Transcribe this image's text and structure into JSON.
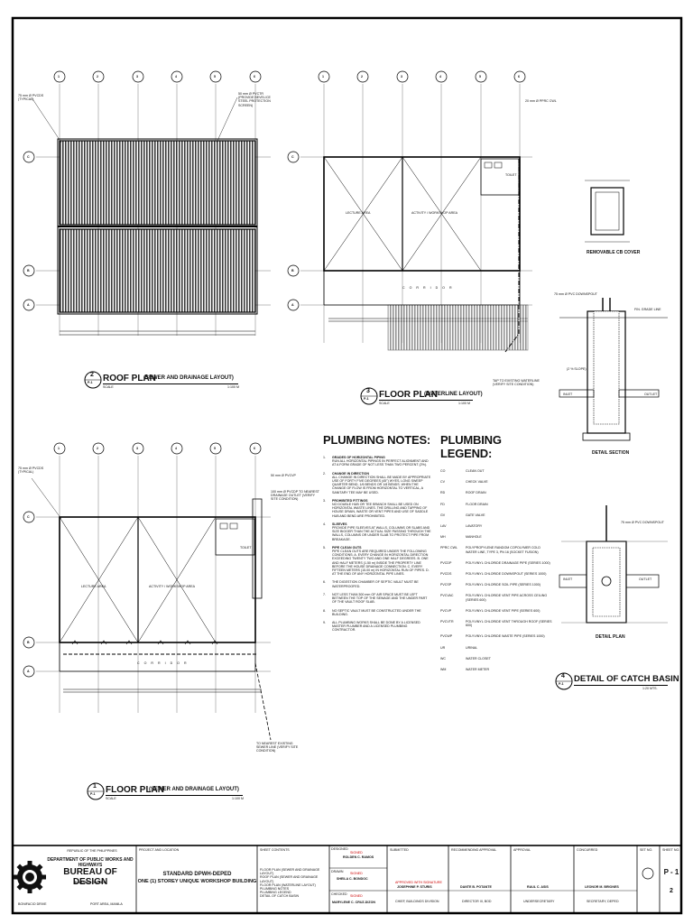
{
  "drawings": {
    "roof_plan": {
      "number": "2",
      "sheet_ref": "P-1",
      "title": "ROOF PLAN",
      "subtitle": "(SEWER AND DRAINAGE LAYOUT)",
      "scale": "SCALE",
      "ratio": "1:100 M"
    },
    "floor_plan_water": {
      "number": "3",
      "sheet_ref": "P-1",
      "title": "FLOOR PLAN",
      "subtitle": "(WATERLINE LAYOUT)",
      "scale": "SCALE",
      "ratio": "1:100 M"
    },
    "floor_plan_sewer": {
      "number": "1",
      "sheet_ref": "P-1",
      "title": "FLOOR PLAN",
      "subtitle": "(SEWER AND DRAINAGE LAYOUT)",
      "scale": "SCALE",
      "ratio": "1:100 M"
    },
    "catch_basin": {
      "number": "4",
      "sheet_ref": "P-1",
      "title": "DETAIL OF CATCH BASIN",
      "ratio": "1:20 MTS."
    }
  },
  "grid": {
    "columns": [
      "1",
      "2",
      "3",
      "4",
      "5",
      "6"
    ],
    "rows": [
      "C",
      "B",
      "A"
    ]
  },
  "plan_labels": {
    "lecture_area": "LECTURE AREA",
    "activity_area": "ACTIVITY / WORKSHOP AREA",
    "corridor": "C O R R I D O R",
    "toilet": "TOILET",
    "roof_pvcds": "75 mm Ø PVCDS (TYPICAL)",
    "roof_pvctr": "50 mm Ø PVCTR (PROVIDE BEVEL/CE STEEL PROTECTION SCREEN)",
    "ppr_cwl": "20 mm Ø PPRC CWL",
    "tap_existing": "TAP TO EXISTING WATERLINE (VERIFY SITE CONDITION)",
    "sewer_outlet": "100 mm Ø PVCDP TO NEAREST DRAINAGE OUTLET (VERIFY SITE CONDITION)",
    "sewer_main": "TO NEAREST EXISTING SEWER LINE (VERIFY SITE CONDITION)",
    "pvcvp": "50 mm Ø PVCVP",
    "pvcdp": "100 mm Ø PVCDP"
  },
  "catch_basin_labels": {
    "removable_cover": "REMOVABLE CB COVER",
    "detail_section": "DETAIL SECTION",
    "detail_plan": "DETAIL PLAN",
    "inlet": "INLET",
    "outlet": "OUTLET",
    "grade_line": "FIN. GRADE LINE",
    "downspout": "75 mm Ø PVC DOWNSPOUT",
    "slope": "(2 % SLOPE)"
  },
  "notes": {
    "heading": "PLUMBING NOTES:",
    "items": [
      {
        "n": "1.",
        "t": "GRADES OF HORIZONTAL PIPING",
        "d": "RUN ALL HORIZONTAL PIPINGS IN PERFECT ALIGNMENT AND AT A FORM GRADE OF NOT LESS THAN TWO PERCENT (2%)."
      },
      {
        "n": "2.",
        "t": "CHANGE IN DIRECTION",
        "d": "ALL CHANGE IN DIRECTION SHALL BE MADE BY APPROPRIATE USE OF FORTY FIVE DEGREES (45°) WYES, LONG SWEEP QUARTER BEND, 1/6 BENDS OR 1/8 BENDS. WHEN THE CHANGE OF FLOW IS FROM HORIZONTAL TO VERTICAL, A SANITARY TEE MAY BE USED."
      },
      {
        "n": "3.",
        "t": "PROHIBITED FITTINGS",
        "d": "NO DOUBLE HUB OR TEE BRANCH SHALL BE USED ON HORIZONTAL WASTE LINES. THE DRILLING AND TAPPING OF HOUSE DRAIN, WASTE OR VENT PIPES AND USE OF SADDLE HUB AND BEND ARE PROHIBITED."
      },
      {
        "n": "4.",
        "t": "SLEEVES",
        "d": "PROVIDE PIPE SLEEVES AT WALLS, COLUMNS OR SLABS AND SIZE BIGGER THAN THE ACTUAL SIZE PASSING THROUGH THE WALLS, COLUMNS OR UNDER SLAB TO PROTECT PIPE FROM BREAKAGE."
      },
      {
        "n": "5.",
        "t": "PIPE CLEAN OUTS",
        "d": "PIPE CLEAN OUTS ARE REQUIRED UNDER THE FOLLOWING CONDITIONS: A. EVERY CHANGE IN HORIZONTAL DIRECTION EXCEEDING TWENTY TWO AND ONE HALF DEGREES. B. ONE AND HALF METERS (1.50 m) INSIDE THE PROPERTY LINE BEFORE THE HOUSE DRAINAGE CONNECTION. C. EVERY FIFTEEN METERS (15.00 m) IN HORIZONTAL RUN OF PIPES. D. AT THE END OF ANY HORIZONTAL PIPE LINES."
      },
      {
        "n": "6.",
        "t": "",
        "d": "THE DIGESTION CHAMBER OF SEPTIC VAULT MUST BE WATERPROOFED."
      },
      {
        "n": "7.",
        "t": "",
        "d": "NOT LESS THAN 300 mm OF AIR SPACE MUST BE LEFT BETWEEN THE TOP OF THE SEWAGE AND THE UNDER PART OF THE VAULT ROOF SLAB."
      },
      {
        "n": "8.",
        "t": "",
        "d": "NO SEPTIC VAULT MUST BE CONSTRUCTED UNDER THE BUILDING."
      },
      {
        "n": "9.",
        "t": "",
        "d": "ALL PLUMBING WORKS SHALL BE DONE BY A LICENSED MASTER PLUMBER AND A LICENSED PLUMBING CONTRACTOR."
      }
    ]
  },
  "legend": {
    "heading": "PLUMBING LEGEND:",
    "items": [
      {
        "ab": "CO",
        "ds": "CLEAN OUT"
      },
      {
        "ab": "CV",
        "ds": "CHECK VALVE"
      },
      {
        "ab": "RD",
        "ds": "ROOF DRAIN"
      },
      {
        "ab": "FD",
        "ds": "FLOOR DRAIN"
      },
      {
        "ab": "GV",
        "ds": "GATE VALVE"
      },
      {
        "ab": "LAV",
        "ds": "LAVATORY"
      },
      {
        "ab": "MH",
        "ds": "MANHOLE"
      },
      {
        "ab": "PPRC CWL",
        "ds": "POLYPROPYLENE RANDOM COPOLYMER COLD WATER LINE, TYPE 3, PN 16 (SOCKET FUSION)"
      },
      {
        "ab": "PVCDP",
        "ds": "POLYVINYL CHLORIDE DRAINAGE PIPE (SERIES 1000)"
      },
      {
        "ab": "PVCDS",
        "ds": "POLYVINYL CHLORIDE DOWNSPOUT (SERIES 1000)"
      },
      {
        "ab": "PVCSP",
        "ds": "POLYVINYL CHLORIDE SOIL PIPE (SERIES 1000)"
      },
      {
        "ab": "PVCVAC",
        "ds": "POLYVINYL CHLORIDE VENT PIPE ACROSS CEILING (SERIES 600)"
      },
      {
        "ab": "PVCVP",
        "ds": "POLYVINYL CHLORIDE VENT PIPE (SERIES 600)"
      },
      {
        "ab": "PVCVTR",
        "ds": "POLYVINYL CHLORIDE VENT THROUGH ROOF (SERIES 600)"
      },
      {
        "ab": "PVCWP",
        "ds": "POLYVINYL CHLORIDE WASTE PIPE (SERIES 1000)"
      },
      {
        "ab": "UR",
        "ds": "URINAL"
      },
      {
        "ab": "WC",
        "ds": "WATER CLOSET"
      },
      {
        "ab": "WM",
        "ds": "WATER METER"
      }
    ]
  },
  "title_block": {
    "republic": "REPUBLIC OF THE PHILIPPINES",
    "department": "DEPARTMENT OF PUBLIC WORKS AND HIGHWAYS",
    "bureau": "BUREAU OF DESIGN",
    "division": "BUILDINGS DIVISION",
    "office": "BONIFACIO DRIVE",
    "city": "PORT AREA, MANILA",
    "project_caption": "PROJECT AND LOCATION",
    "project_line1": "STANDARD DPWH-DEPED",
    "project_line2": "ONE (1) STOREY UNIQUE WORKSHOP BUILDING",
    "contents_caption": "SHEET CONTENTS",
    "contents": [
      "FLOOR PLAN (SEWER AND DRAINAGE LAYOUT)",
      "ROOF PLAN (SEWER AND DRAINAGE LAYOUT)",
      "FLOOR PLAN (WATERLINE LAYOUT)",
      "PLUMBING NOTES",
      "PLUMBING LEGEND",
      "DETAIL OF CATCH BASIN"
    ],
    "designed_caption": "DESIGNED",
    "designer": "ROLDEN C. RAMOS",
    "drawn_caption": "DRAWN",
    "drafter": "SHEILA C. BONDOC",
    "checked_caption": "CHECKED",
    "checker": "MARYLENE C. CRUZ-DIZON",
    "signed": "SIGNED",
    "submitted_caption": "SUBMITTED",
    "approved_stamp": "APPROVED WITH SIGNATURE",
    "submitter": "JOSEPHINE P. STURIS",
    "submitter_title": "CHIEF, BUILDINGS DIVISION",
    "recommending_caption": "RECOMMENDING APPROVAL",
    "recommender": "DANTE B. POTANTE",
    "recommender_title": "DIRECTOR III, BOD",
    "approval_caption": "APPROVAL",
    "approver": "RAUL C. ASIS",
    "approver_title": "UNDERSECRETARY",
    "concurred_caption": "CONCURRED",
    "concurrer": "LEONOR M. BRIONES",
    "concurrer_title": "SECRETARY, DEPED",
    "set_caption": "SET NO.",
    "sheet_caption": "SHEET NO.",
    "sheet_no": "P - 1",
    "sheet_total": "2"
  }
}
